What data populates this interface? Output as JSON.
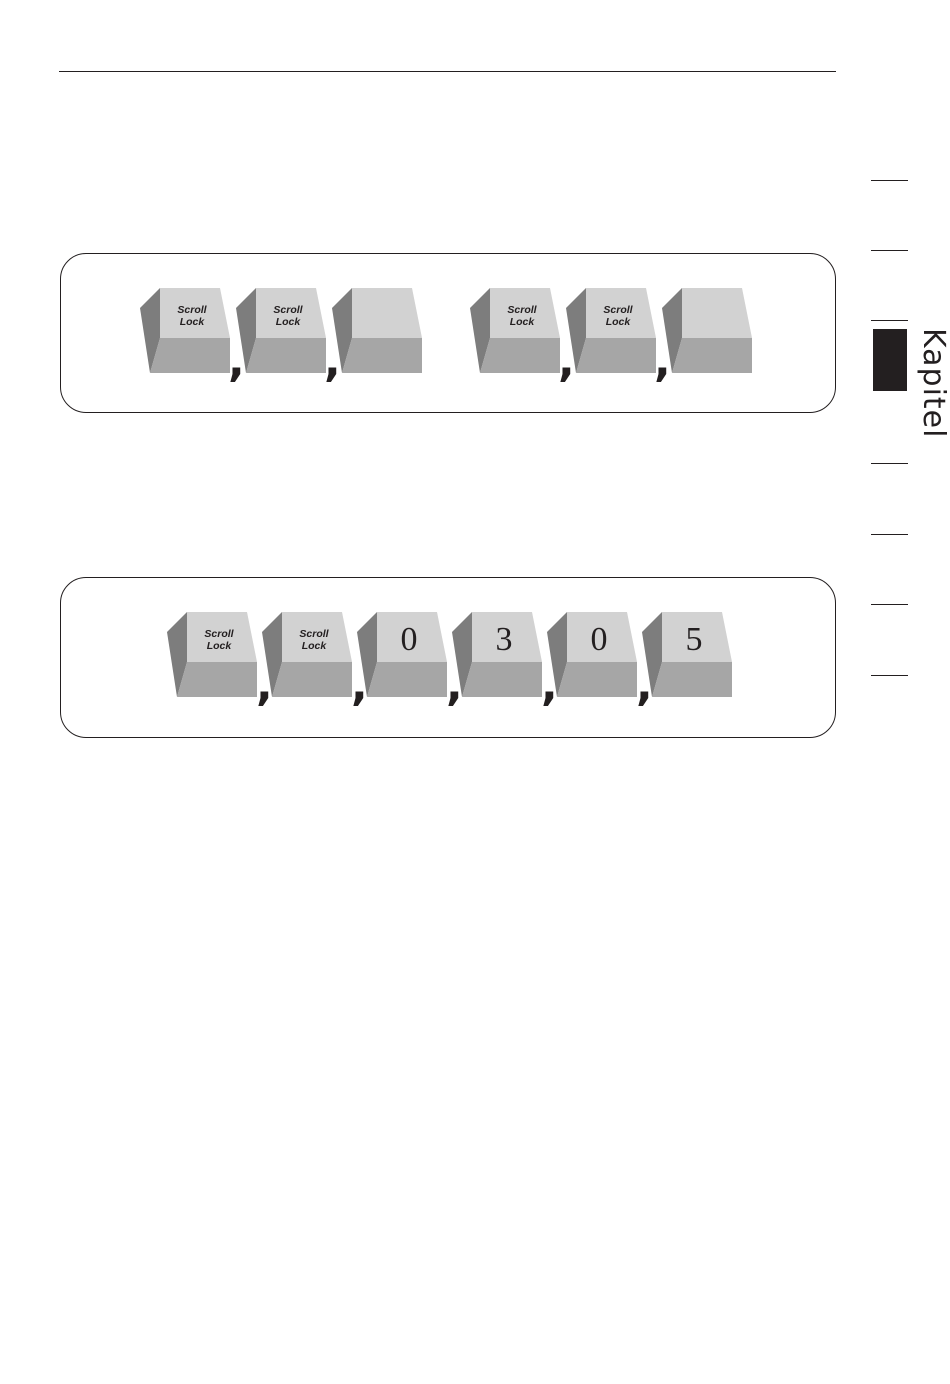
{
  "sidebar": {
    "chapter_label": "Kapitel"
  },
  "key_sequences": [
    {
      "name": "sequence-1",
      "keys": [
        {
          "id": "k1",
          "label": "Scroll\nLock",
          "kind": "text",
          "sep_after": true
        },
        {
          "id": "k2",
          "label": "Scroll\nLock",
          "kind": "text",
          "sep_after": true
        },
        {
          "id": "k3",
          "label": "",
          "kind": "blank",
          "sep_after": false
        },
        {
          "id": "k4",
          "label": "Scroll\nLock",
          "kind": "text",
          "sep_after": true
        },
        {
          "id": "k5",
          "label": "Scroll\nLock",
          "kind": "text",
          "sep_after": true
        },
        {
          "id": "k6",
          "label": "",
          "kind": "blank",
          "sep_after": false
        }
      ]
    },
    {
      "name": "sequence-2",
      "keys": [
        {
          "id": "k1",
          "label": "Scroll\nLock",
          "kind": "text",
          "sep_after": true
        },
        {
          "id": "k2",
          "label": "Scroll\nLock",
          "kind": "text",
          "sep_after": true
        },
        {
          "id": "k3",
          "label": "0",
          "kind": "digit",
          "sep_after": true
        },
        {
          "id": "k4",
          "label": "3",
          "kind": "digit",
          "sep_after": true
        },
        {
          "id": "k5",
          "label": "0",
          "kind": "digit",
          "sep_after": true
        },
        {
          "id": "k6",
          "label": "5",
          "kind": "digit",
          "sep_after": false
        }
      ]
    }
  ],
  "separator": ",",
  "colors": {
    "key_top": "#d2d2d2",
    "key_left": "#7d7d7d",
    "key_front": "#a6a6a6",
    "ink": "#231f20"
  }
}
